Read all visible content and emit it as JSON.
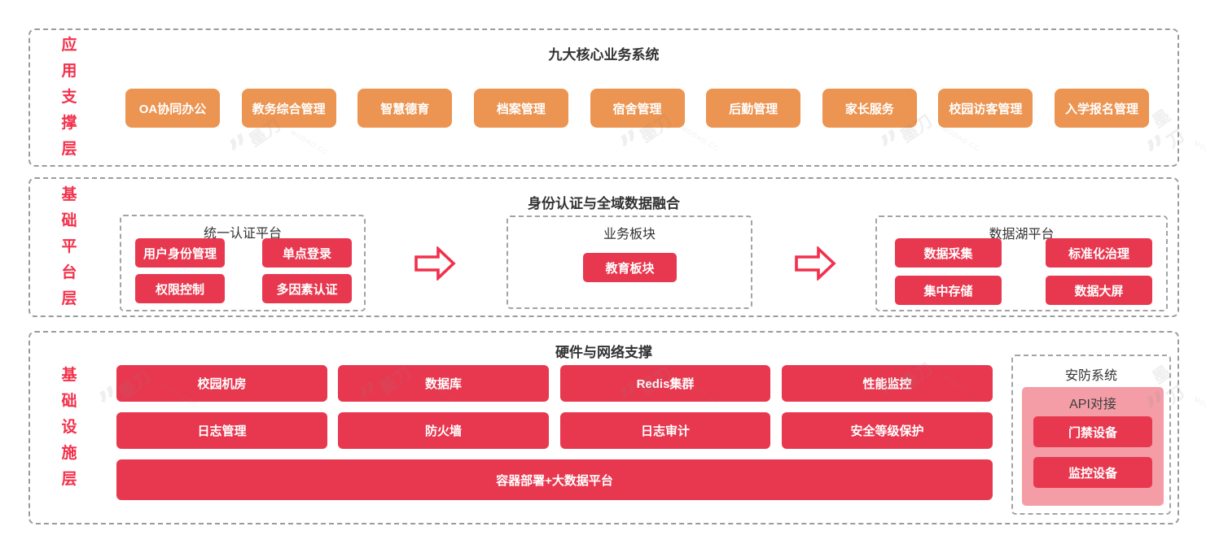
{
  "layer1": {
    "label": "应用支撑层",
    "title": "九大核心业务系统",
    "items": [
      "OA协同办公",
      "教务综合管理",
      "智慧德育",
      "档案管理",
      "宿舍管理",
      "后勤管理",
      "家长服务",
      "校园访客管理",
      "入学报名管理"
    ]
  },
  "layer2": {
    "label": "基础平台层",
    "title": "身份认证与全域数据融合",
    "auth": {
      "title": "统一认证平台",
      "items": [
        "用户身份管理",
        "单点登录",
        "权限控制",
        "多因素认证"
      ]
    },
    "biz": {
      "title": "业务板块",
      "items": [
        "教育板块"
      ]
    },
    "lake": {
      "title": "数据湖平台",
      "items": [
        "数据采集",
        "标准化治理",
        "集中存储",
        "数据大屏"
      ]
    }
  },
  "layer3": {
    "label": "基础设施层",
    "title": "硬件与网络支撑",
    "row1": [
      "校园机房",
      "数据库",
      "Redis集群",
      "性能监控"
    ],
    "row2": [
      "日志管理",
      "防火墙",
      "日志审计",
      "安全等级保护"
    ],
    "wide": "容器部署+大数据平台",
    "security": {
      "title": "安防系统",
      "subtitle": "API对接",
      "items": [
        "门禁设备",
        "监控设备"
      ]
    }
  },
  "watermark": {
    "mark": "”",
    "brand": "墨刀",
    "site": "MODAO.CC"
  },
  "colors": {
    "red": "#e8384f",
    "label_red": "#f3304b",
    "orange": "#ec9451",
    "pink": "#f49da7",
    "arrow_red": "#f2304b",
    "border_gray": "#9b9b9b",
    "title_dark": "#333333"
  }
}
